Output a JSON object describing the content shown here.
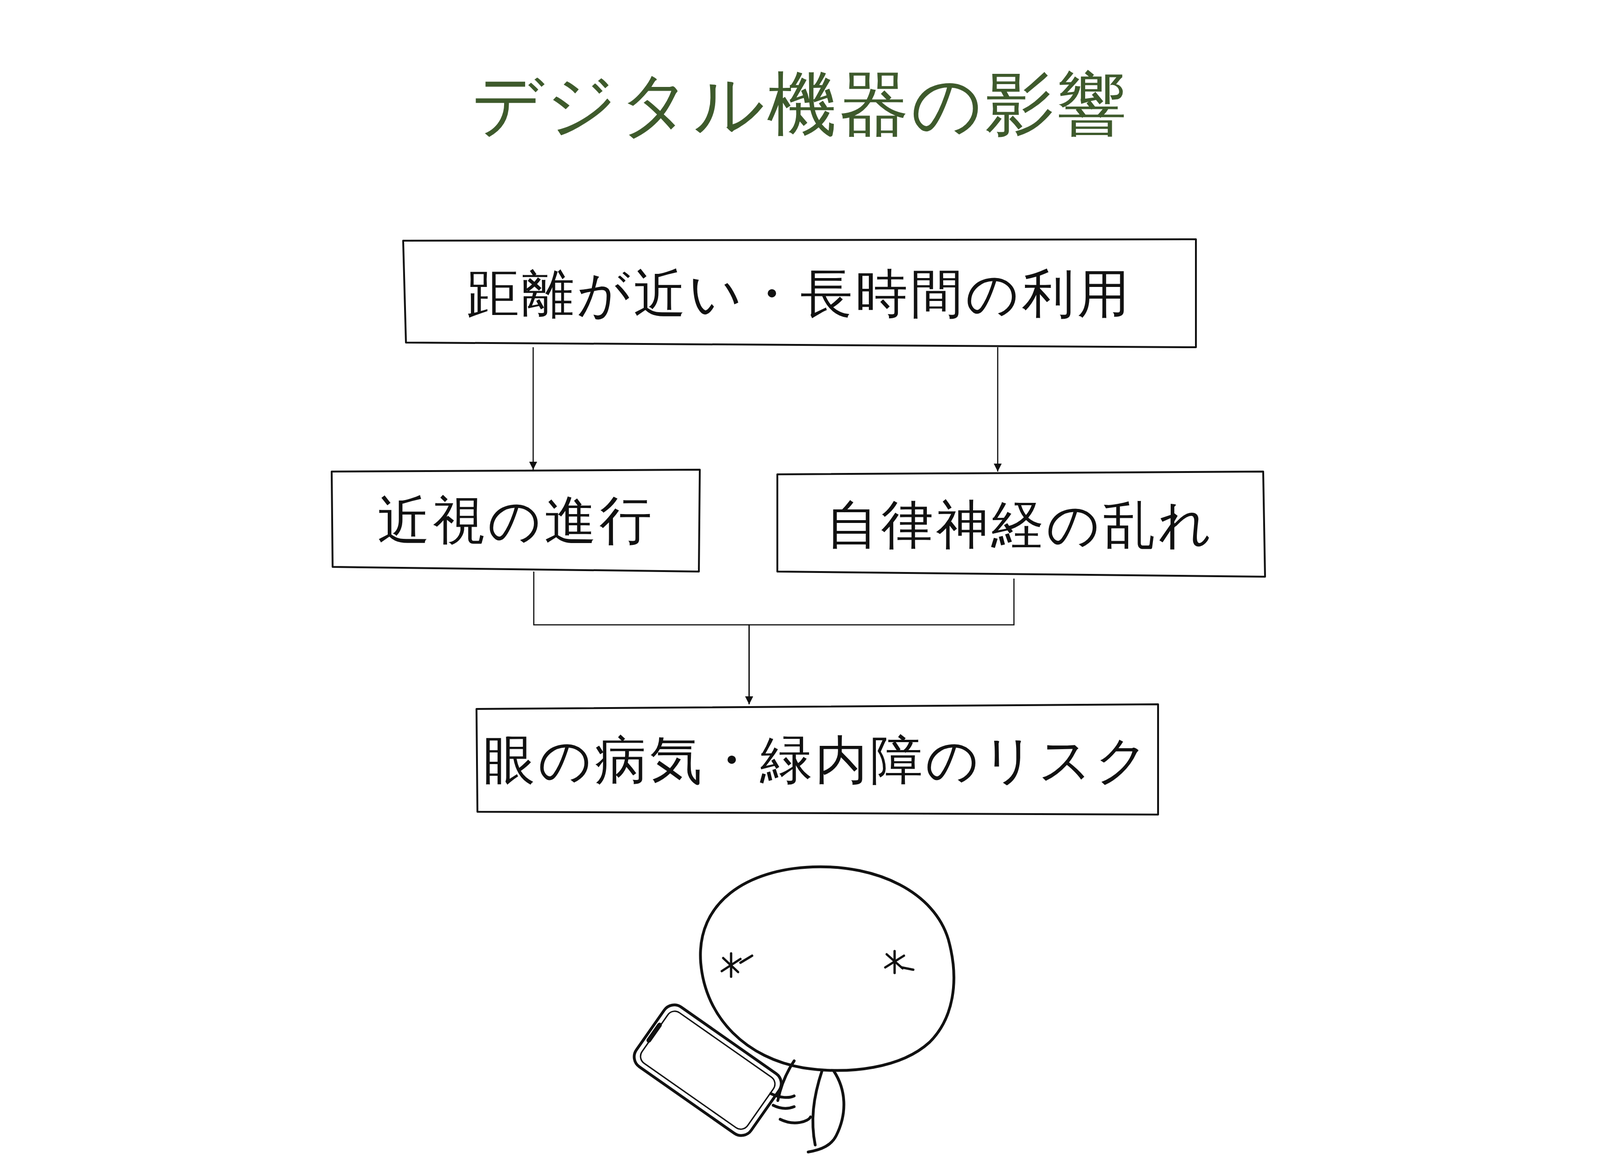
{
  "diagram": {
    "title": "デジタル機器の影響",
    "nodes": [
      {
        "text": [
          "距離が近い・長時間の利用"
        ]
      },
      {
        "text": [
          "近視の進行"
        ]
      },
      {
        "text": [
          "自律神経の乱れ"
        ]
      },
      {
        "text": [
          "眼の病気・緑内障のリスク"
        ]
      }
    ],
    "edges": [
      {
        "from": 0,
        "to": 1,
        "arrow": "to"
      },
      {
        "from": 0,
        "to": 2,
        "arrow": "to"
      },
      {
        "from": 1,
        "to": 3,
        "arrow": "to"
      },
      {
        "from": 2,
        "to": 3,
        "arrow": "to"
      }
    ]
  }
}
